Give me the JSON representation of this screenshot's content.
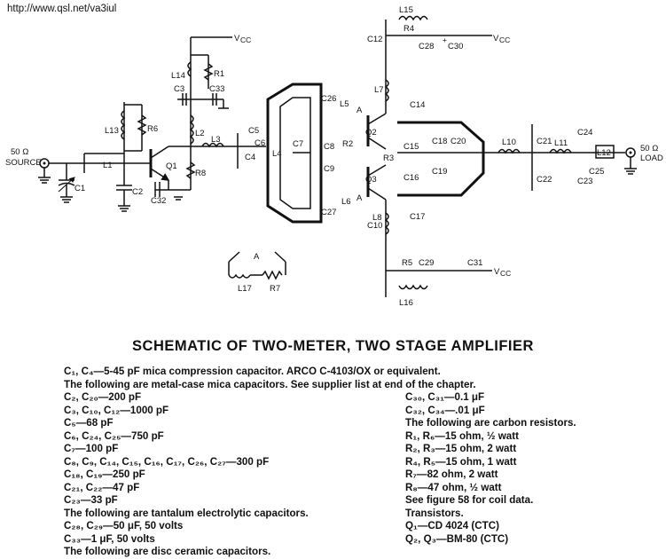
{
  "url": "http://www.qsl.net/va3iul",
  "title": "SCHEMATIC OF TWO-METER, TWO STAGE AMPLIFIER",
  "parts_full": [
    "C₁, C₄—5-45 pF mica compression capacitor. ARCO C-4103/OX or equivalent.",
    "The following are metal-case mica capacitors. See supplier list at end of the chapter."
  ],
  "parts_left": [
    "C₂, C₂₀—200 pF",
    "C₃, C₁₀, C₁₂—1000 pF",
    "C₅—68 pF",
    "C₆, C₂₄, C₂₅—750 pF",
    "C₇—100 pF",
    "C₈, C₉, C₁₄, C₁₅, C₁₆, C₁₇, C₂₆, C₂₇—300 pF",
    "C₁₈, C₁₉—250 pF",
    "C₂₁, C₂₂—47 pF",
    "C₂₃—33 pF",
    "The following are tantalum electrolytic capacitors.",
    "C₂₈, C₂₉—50 μF, 50 volts",
    "C₃₃—1 μF, 50 volts",
    "The following are disc ceramic capacitors."
  ],
  "parts_right": [
    "C₃₀, C₃₁—0.1 μF",
    "C₃₂, C₃₄—.01 μF",
    "The following are carbon resistors.",
    "R₁, R₆—15 ohm, ½ watt",
    "R₂, R₃—15 ohm, 2 watt",
    "R₄, R₅—15 ohm, 1 watt",
    "R₇—82 ohm, 2 watt",
    "R₈—47 ohm, ½ watt",
    "See figure 58 for coil data.",
    "Transistors.",
    "Q₁—CD 4024 (CTC)",
    "Q₂, Q₃—BM-80 (CTC)"
  ],
  "schematic": {
    "source_label_1": "50 Ω",
    "source_label_2": "SOURCE",
    "load_label_1": "50 Ω",
    "load_label_2": "LOAD",
    "vcc": "V",
    "vcc_sub": "CC",
    "labels": {
      "C1": "C1",
      "C2": "C2",
      "C3": "C3",
      "C32": "C32",
      "C33": "C33",
      "L1": "L1",
      "L2": "L2",
      "L3": "L3",
      "L13": "L13",
      "L14": "L14",
      "R1": "R1",
      "R6": "R6",
      "R8": "R8",
      "Q1": "Q1",
      "C4": "C4",
      "C5": "C5",
      "C6": "C6",
      "L4": "L4",
      "C7": "C7",
      "C8": "C8",
      "C9": "C9",
      "C26": "C26",
      "C27": "C27",
      "L5": "L5",
      "L6": "L6",
      "R2": "R2",
      "R3": "R3",
      "Q2": "Q2",
      "Q3": "Q3",
      "A_top": "A",
      "A_bot": "A",
      "L7": "L7",
      "L8": "L8",
      "C12": "C12",
      "C10": "C10",
      "L15": "L15",
      "L16": "L16",
      "R4": "R4",
      "R5": "R5",
      "C28": "C28",
      "C29": "C29",
      "C30": "C30",
      "C31": "C31",
      "C14": "C14",
      "C15": "C15",
      "C16": "C16",
      "C17": "C17",
      "C18": "C18",
      "C19": "C19",
      "C20": "C20",
      "L10": "L10",
      "C21": "C21",
      "C22": "C22",
      "L11": "L11",
      "C23": "C23",
      "C24": "C24",
      "C25": "C25",
      "L12": "L12",
      "A_detail": "A",
      "L17": "L17",
      "R7": "R7",
      "plus": "+"
    }
  }
}
